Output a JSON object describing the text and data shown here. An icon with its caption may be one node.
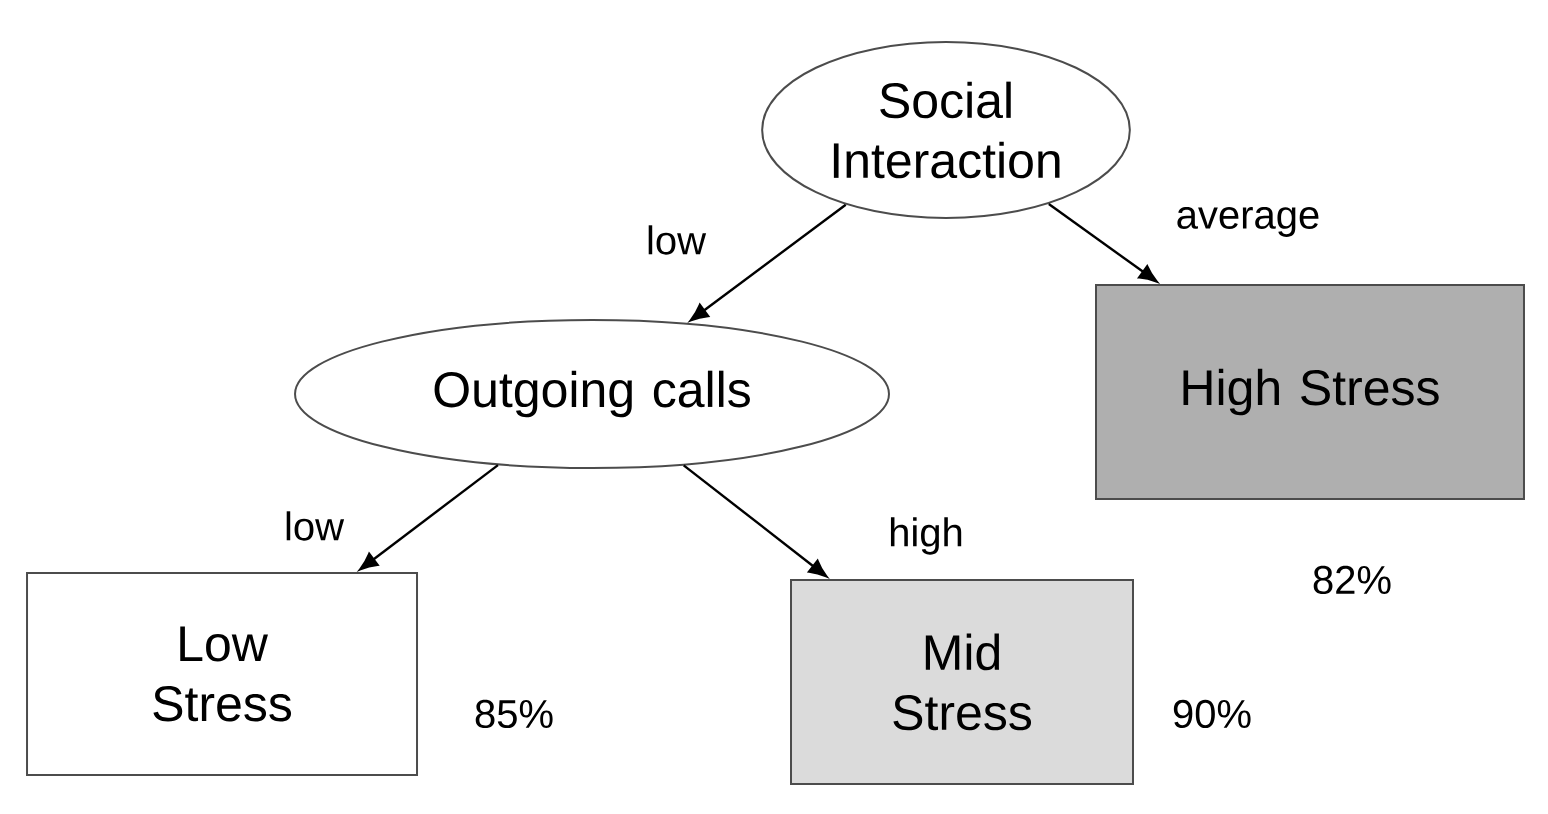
{
  "diagram": {
    "nodes": [
      {
        "text": [
          "Social Interaction"
        ]
      },
      {
        "text": [
          "Outgoing calls"
        ]
      },
      {
        "text": [
          "High Stress"
        ],
        "beside": [
          "82%"
        ]
      },
      {
        "text": [
          "Low Stress"
        ],
        "beside": [
          "85%"
        ]
      },
      {
        "text": [
          "Mid Stress"
        ],
        "beside": [
          "90%"
        ]
      }
    ],
    "edges": [
      {
        "from": 0,
        "to": 1,
        "arrow": "to",
        "label": "low"
      },
      {
        "from": 0,
        "to": 2,
        "arrow": "to",
        "label": "average"
      },
      {
        "from": 1,
        "to": 3,
        "arrow": "to",
        "label": "low"
      },
      {
        "from": 1,
        "to": 4,
        "arrow": "to",
        "label": "high"
      }
    ]
  }
}
